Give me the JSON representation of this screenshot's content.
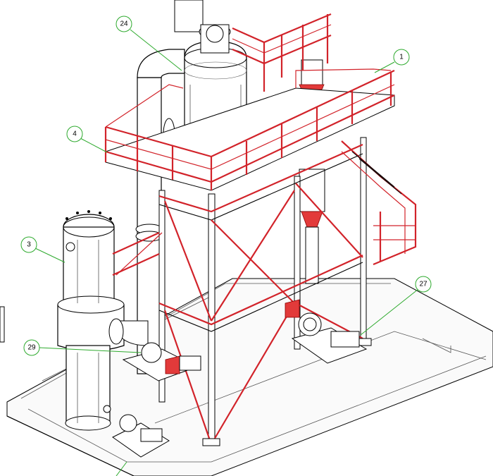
{
  "callouts": [
    {
      "label": "24"
    },
    {
      "label": "1"
    },
    {
      "label": "4"
    },
    {
      "label": "3"
    },
    {
      "label": "27"
    },
    {
      "label": "29"
    }
  ],
  "colors": {
    "steel_outline": "#000000",
    "railing": "#d2232a",
    "callout": "#2eaa2e",
    "background": "#ffffff"
  }
}
